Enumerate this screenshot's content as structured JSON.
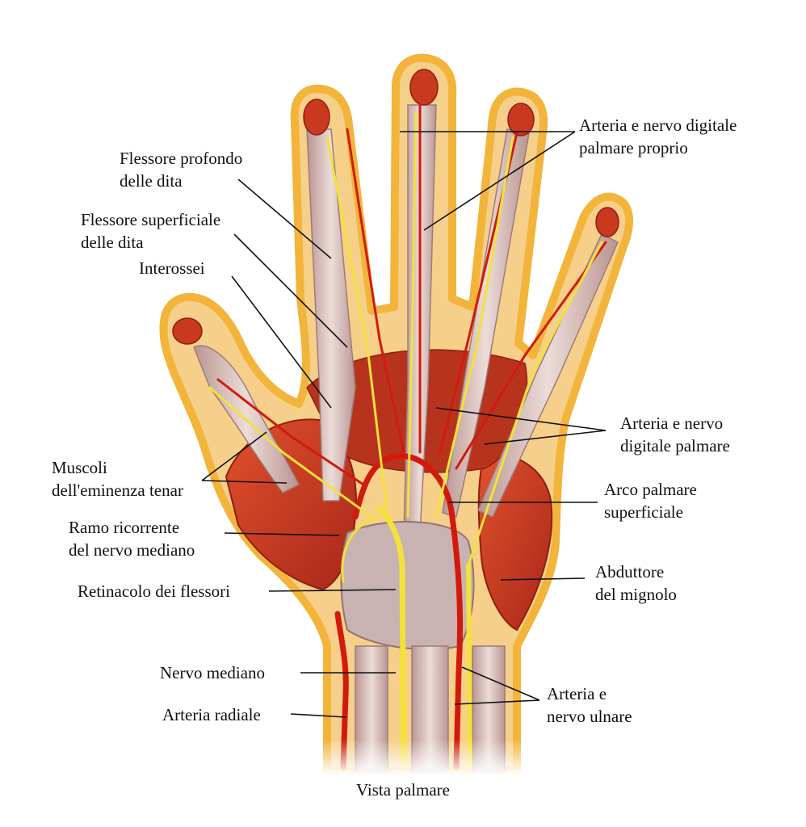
{
  "figure": {
    "caption": "Vista palmare",
    "colors": {
      "skin_outline": "#f2b43a",
      "skin_fill": "#f6d08a",
      "muscle": "#c8391f",
      "muscle_dark": "#8f1d10",
      "tendon": "#d9c2bf",
      "artery": "#d11a0c",
      "nerve": "#f2e23a",
      "leader_line": "#111111",
      "text": "#111111"
    },
    "labels": {
      "digitale_proprio": {
        "line1": "Arteria e nervo digitale",
        "line2": "palmare proprio"
      },
      "flessore_profondo": {
        "line1": "Flessore profondo",
        "line2": "delle dita"
      },
      "flessore_superficiale": {
        "line1": "Flessore superficiale",
        "line2": "delle dita"
      },
      "interossei": {
        "line1": "Interossei"
      },
      "digitale_palmare": {
        "line1": "Arteria e nervo",
        "line2": "digitale palmare"
      },
      "eminenza_tenar": {
        "line1": "Muscoli",
        "line2": "dell'eminenza tenar"
      },
      "arco_palmare": {
        "line1": "Arco palmare",
        "line2": "superficiale"
      },
      "ramo_ricorrente": {
        "line1": "Ramo ricorrente",
        "line2": "del nervo mediano"
      },
      "abduttore": {
        "line1": "Abduttore",
        "line2": "del mignolo"
      },
      "retinacolo": {
        "line1": "Retinacolo dei flessori"
      },
      "nervo_mediano": {
        "line1": "Nervo mediano"
      },
      "arteria_ulnare": {
        "line1": "Arteria e",
        "line2": "nervo ulnare"
      },
      "arteria_radiale": {
        "line1": "Arteria radiale"
      }
    }
  }
}
